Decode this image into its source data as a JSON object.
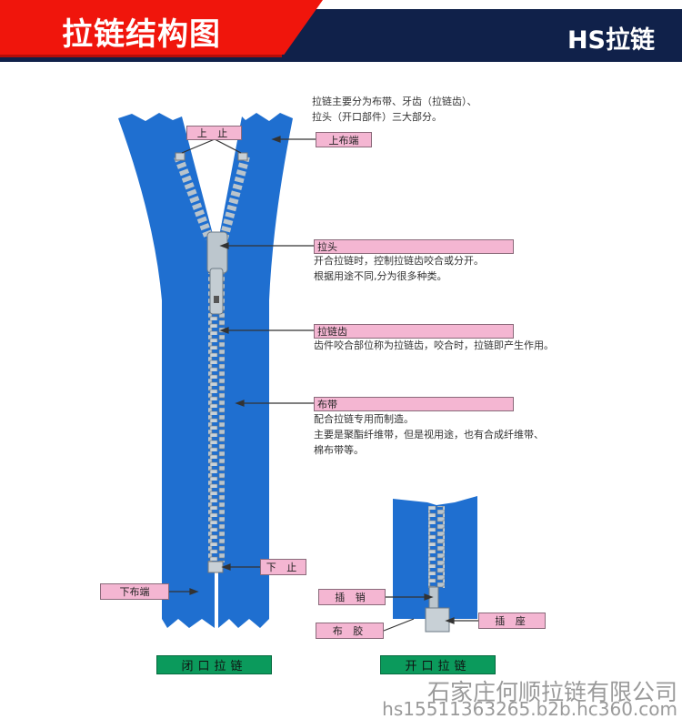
{
  "header": {
    "title": "拉链结构图",
    "brand": "HS拉链"
  },
  "intro": [
    "拉链主要分为布带、牙齿（拉链齿）、",
    "拉头（开口部件）三大部分。"
  ],
  "labels": {
    "top_stop": "上 止",
    "top_tape_end": "上布端",
    "bottom_stop": "下 止",
    "bottom_tape_end": "下布端",
    "insert_pin": "插 销",
    "box_pin": "插 座",
    "tape_film": "布 胶"
  },
  "sections": [
    {
      "title": "拉头",
      "lines": [
        "开合拉链时，控制拉链齿咬合或分开。",
        "根据用途不同,分为很多种类。"
      ]
    },
    {
      "title": "拉链齿",
      "lines": [
        "齿件咬合部位称为拉链齿，咬合时，拉链即产生作用。"
      ]
    },
    {
      "title": "布带",
      "lines": [
        "配合拉链专用而制造。",
        "主要是聚酯纤维带，但是视用途，也有合成纤维带、",
        "棉布带等。"
      ]
    }
  ],
  "captions": {
    "closed": "闭口拉链",
    "open": "开口拉链"
  },
  "watermark": {
    "company": "石家庄何顺拉链有限公司",
    "url": "hs15511363265.b2b.hc360.com"
  },
  "colors": {
    "tape": "#1f6fd0",
    "teeth": "#b9c4cc",
    "pink": "#f4b6d2",
    "green": "#0b9a5c",
    "navy": "#10214a",
    "red": "#f0150c"
  }
}
